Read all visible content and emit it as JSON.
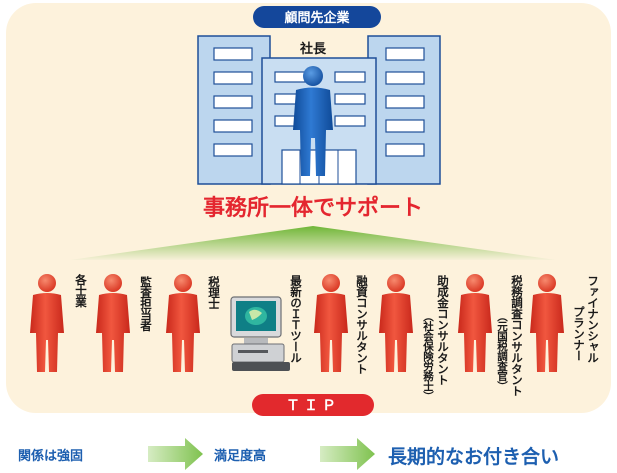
{
  "client_label": "顧問先企業",
  "president_label": "社長",
  "headline": "事務所一体でサポート",
  "roles": [
    {
      "text": "各士業"
    },
    {
      "text": "監査担当者"
    },
    {
      "text": "税理士"
    },
    {
      "text": "最新のＩＴツール"
    },
    {
      "text": "融資コンサルタント"
    },
    {
      "text": "助成金コンサルタント",
      "sub": "（社会保険労務士）"
    },
    {
      "text": "税務調査コンサルタント",
      "sub": "（元国税調査官）"
    },
    {
      "text": "ファイナンシャル",
      "sub": "プランナー"
    }
  ],
  "tip_label": "ＴＩＰ",
  "bottom": {
    "step1": "関係は強固",
    "step2": "満足度高",
    "result": "長期的なお付き合い"
  },
  "colors": {
    "panel_bg": "#fdf2dc",
    "pill_blue": "#14479b",
    "headline_red": "#e4262f",
    "person_red": "#e8402f",
    "person_blue": "#1a63bf",
    "building": "#bcd6ee",
    "beam_green": "#7bbf3f",
    "tip_red": "#e2292d",
    "arrow_green": "#8fcb62",
    "text_blue": "#1d5fb0"
  },
  "icons": [
    "building-icon",
    "president-figure-icon",
    "staff-figure-icon",
    "computer-icon",
    "arrow-right-icon"
  ]
}
